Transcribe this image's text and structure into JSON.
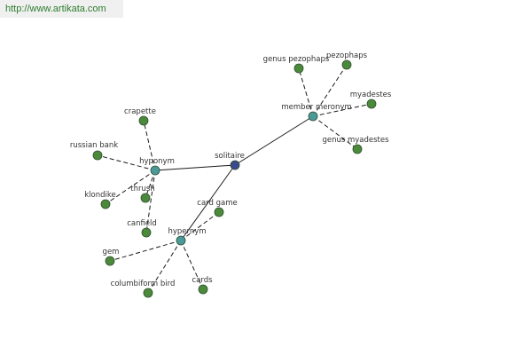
{
  "banner": {
    "url": "http://www.artikata.com"
  },
  "colors": {
    "root_node": "#3b4a8f",
    "relation_node": "#4a9a9a",
    "leaf_node": "#4a8a3a"
  },
  "graph": {
    "root": {
      "id": "solitaire",
      "label": "solitaire"
    },
    "relations": [
      {
        "id": "hyponym",
        "label": "hyponym",
        "terms": [
          {
            "id": "crapette",
            "label": "crapette"
          },
          {
            "id": "russian-bank",
            "label": "russian bank"
          },
          {
            "id": "klondike",
            "label": "klondike"
          },
          {
            "id": "thrush",
            "label": "thrush"
          },
          {
            "id": "canfield",
            "label": "canfield"
          }
        ]
      },
      {
        "id": "member-meronym",
        "label": "member meronym",
        "terms": [
          {
            "id": "genus-pezophaps",
            "label": "genus pezophaps"
          },
          {
            "id": "pezophaps",
            "label": "pezophaps"
          },
          {
            "id": "myadestes",
            "label": "myadestes"
          },
          {
            "id": "genus-myadestes",
            "label": "genus myadestes"
          }
        ]
      },
      {
        "id": "hypernym",
        "label": "hypernym",
        "terms": [
          {
            "id": "card-game",
            "label": "card game"
          },
          {
            "id": "gem",
            "label": "gem"
          },
          {
            "id": "columbiform-bird",
            "label": "columbiform bird"
          },
          {
            "id": "cards",
            "label": "cards"
          }
        ]
      }
    ]
  }
}
